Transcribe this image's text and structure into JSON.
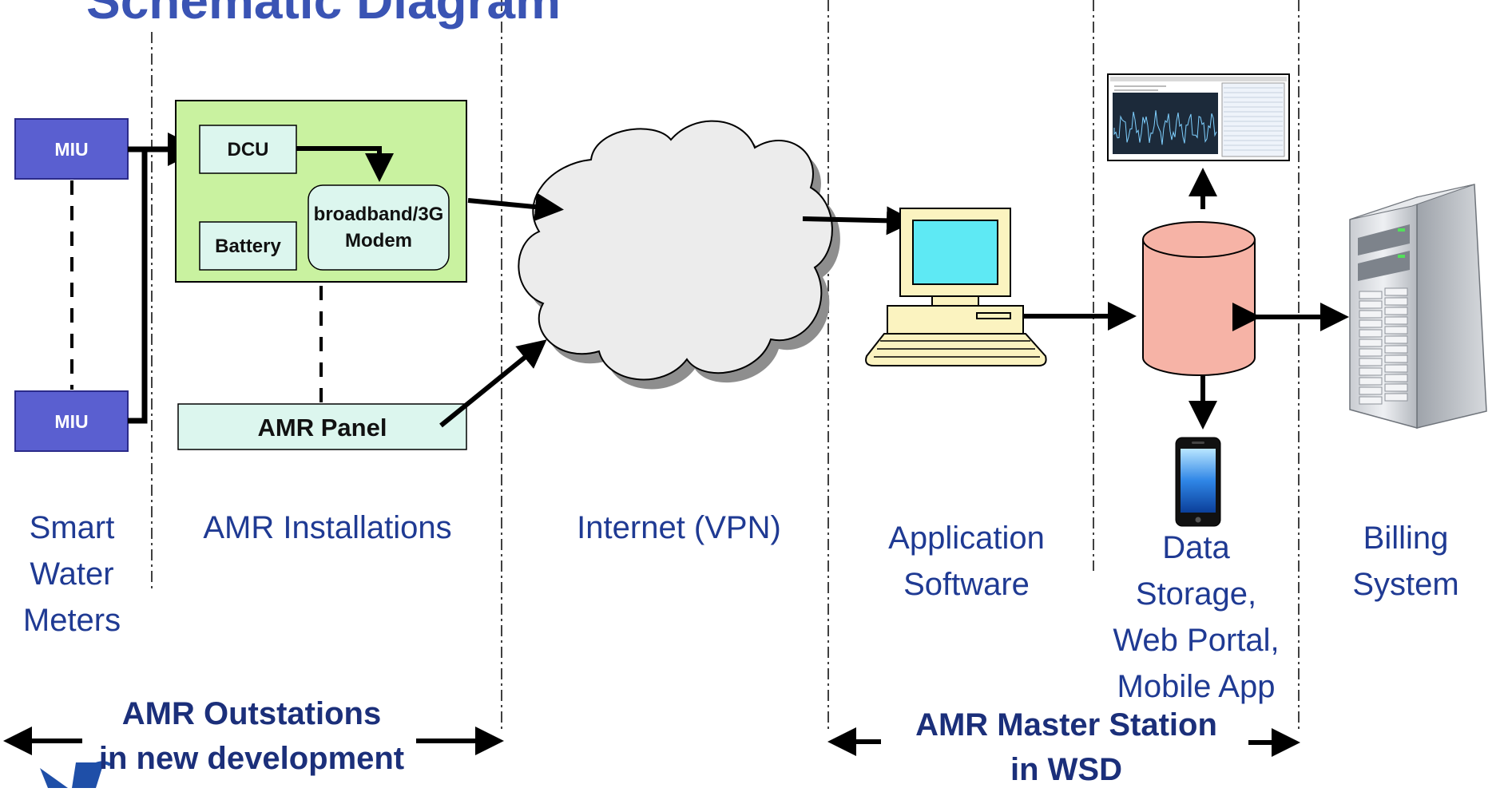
{
  "title": "Schematic Diagram",
  "components": {
    "miu_top": "MIU",
    "miu_bottom": "MIU",
    "dcu": "DCU",
    "battery": "Battery",
    "modem_line1": "broadband/3G",
    "modem_line2": "Modem",
    "amr_panel": "AMR Panel"
  },
  "columns": {
    "smart_meters": [
      "Smart",
      "Water",
      "Meters"
    ],
    "amr_installations": "AMR Installations",
    "internet": "Internet (VPN)",
    "app_software": [
      "Application",
      "Software"
    ],
    "data_storage": [
      "Data",
      "Storage,",
      "Web Portal,",
      "Mobile App"
    ],
    "billing": [
      "Billing",
      "System"
    ]
  },
  "groups": {
    "outstations": [
      "AMR Outstations",
      "in new development"
    ],
    "master_station": [
      "AMR Master Station",
      "in WSD"
    ]
  },
  "colors": {
    "title": "#3a54b4",
    "miu_fill": "#5a5fd0",
    "installation_fill": "#c9f2a0",
    "modem_fill": "#dcf6ee",
    "cylinder_fill": "#f6b3a6",
    "screen_fill": "#5ee9f4",
    "label_text": "#1f3a93"
  }
}
